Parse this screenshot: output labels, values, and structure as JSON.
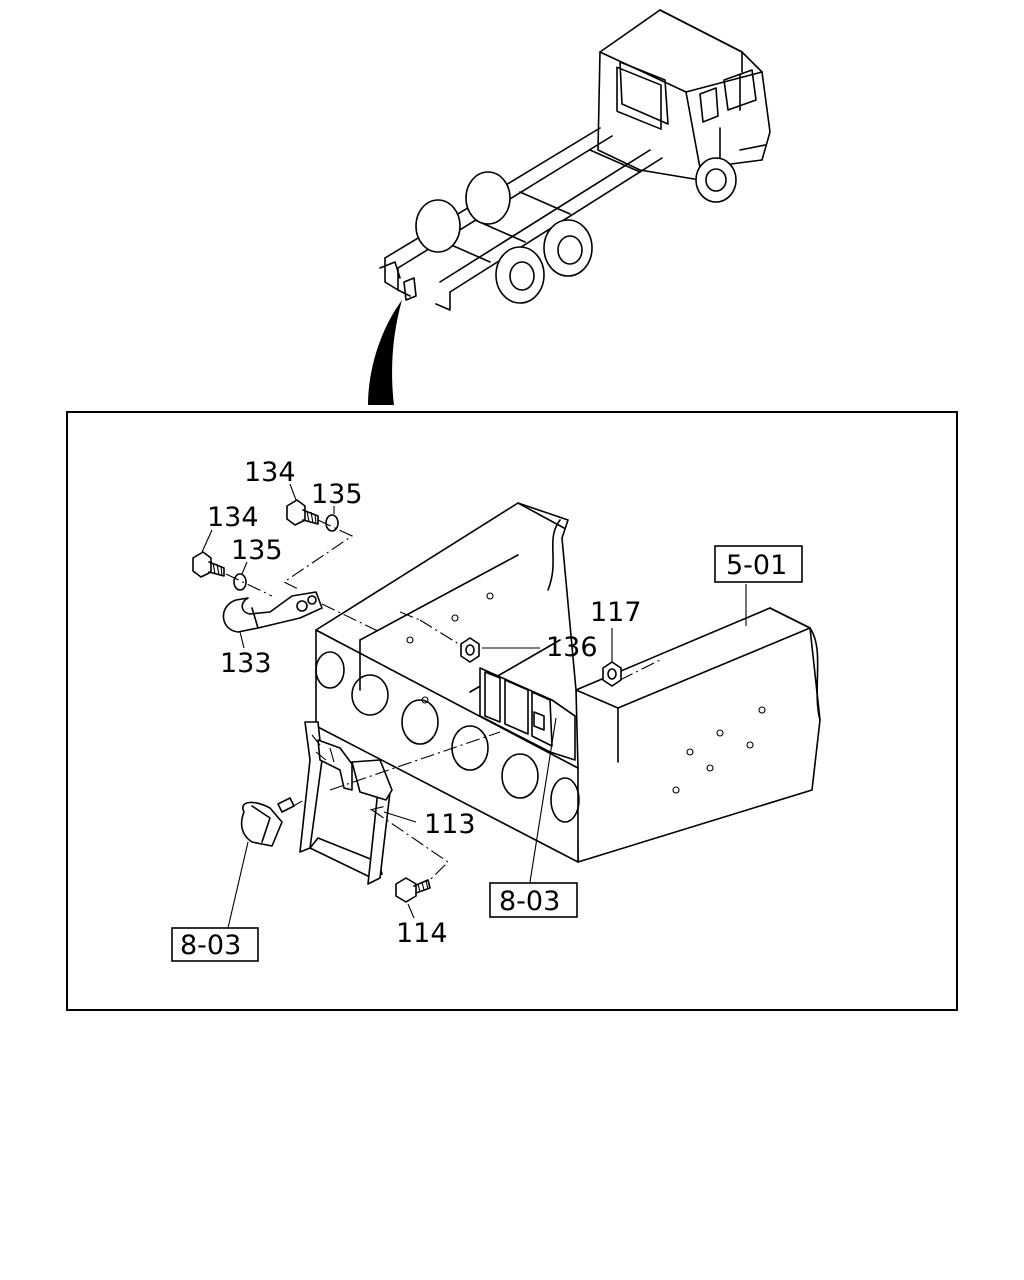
{
  "labels": {
    "p134a": "134",
    "p135a": "135",
    "p134b": "134",
    "p135b": "135",
    "p133": "133",
    "p136": "136",
    "p117": "117",
    "p113": "113",
    "p114": "114"
  },
  "references": {
    "ref_frame": "5-01",
    "ref_lamp_right": "8-03",
    "ref_lamp_left": "8-03"
  }
}
